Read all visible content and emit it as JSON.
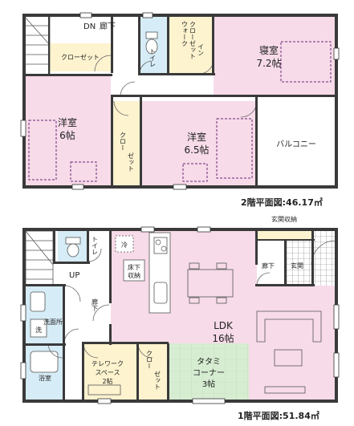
{
  "floor2": {
    "caption": "2階平面図:46.17㎡",
    "rooms": {
      "closet_left": "クローゼット",
      "dn": "DN",
      "hall": "廊下",
      "toilet": "トイレ",
      "walkin": [
        "ウォーク",
        "クローゼット",
        "イン"
      ],
      "bedroom": "寝室",
      "bedroom_size": "7.2帖",
      "western6": "洋室",
      "western6_size": "6帖",
      "closet_mid": [
        "クロー",
        "ゼット"
      ],
      "western65": "洋室",
      "western65_size": "6.5帖",
      "balcony": "バルコニー"
    }
  },
  "floor1": {
    "caption": "1階平面図:51.84㎡",
    "rooms": {
      "storage": "玄関収納",
      "toilet": "トイレ",
      "fridge": "冷",
      "floor_storage": [
        "床下",
        "収納"
      ],
      "up": "UP",
      "hall_left": "廊下",
      "hall_right": "廊下",
      "entrance": "玄関",
      "wash_mark": "洗",
      "washroom": "洗面所",
      "bath": "浴室",
      "ldk": "LDK",
      "ldk_size": "16帖",
      "telework": [
        "テレワーク",
        "スペース",
        "2帖"
      ],
      "closet": [
        "クロー",
        "ゼット"
      ],
      "tatami": [
        "タタミ",
        "コーナー",
        "3帖"
      ]
    }
  },
  "colors": {
    "pink": "#f7dbe8",
    "yellow": "#fdf3cf",
    "blue": "#d6ecf7",
    "green": "#d7edd2",
    "grid": "#e6e6e6"
  }
}
